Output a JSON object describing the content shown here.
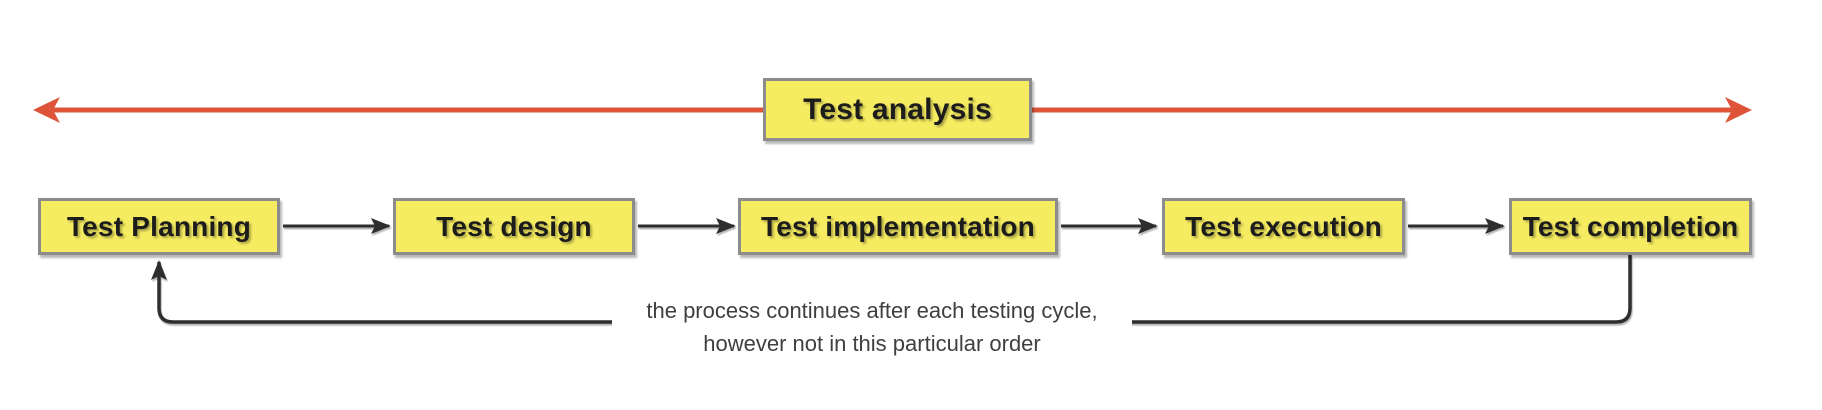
{
  "diagram": {
    "top_banner": {
      "label": "Test analysis"
    },
    "flow_steps": [
      {
        "label": "Test Planning"
      },
      {
        "label": "Test design"
      },
      {
        "label": "Test implementation"
      },
      {
        "label": "Test execution"
      },
      {
        "label": "Test completion"
      }
    ],
    "loop_note": {
      "line1": "the process continues after each testing cycle,",
      "line2": "however not in this particular order"
    }
  },
  "colors": {
    "canvas_bg": "#ffffff",
    "box_fill": "#f6ec61",
    "box_border": "#8c8c8c",
    "box_text": "#1c1c1c",
    "flow_line": "#2e2e2e",
    "span_line": "#dd5438",
    "note_text": "#3f3f3f"
  }
}
